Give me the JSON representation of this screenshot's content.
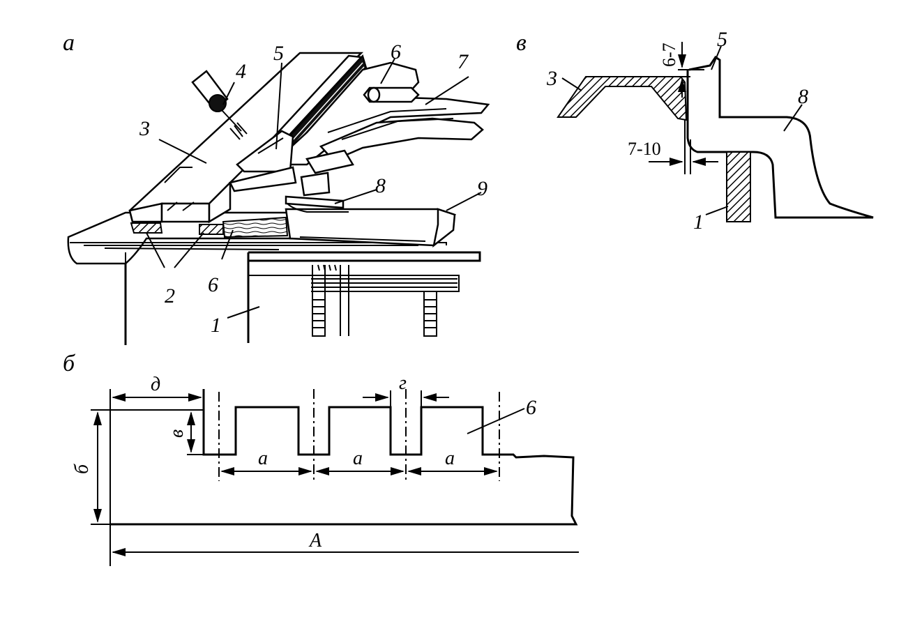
{
  "panels": {
    "a": "а",
    "b": "б",
    "v": "в"
  },
  "callouts_a": {
    "n1": "1",
    "n2": "2",
    "n3": "3",
    "n4": "4",
    "n5": "5",
    "n6_top": "6",
    "n6_bottom": "6",
    "n7": "7",
    "n8": "8",
    "n9": "9"
  },
  "dimensions_b": {
    "d": "д",
    "g": "г",
    "v": "в",
    "b": "б",
    "a1": "а",
    "a2": "а",
    "a3": "а",
    "A": "А",
    "n6": "6"
  },
  "section_v": {
    "n3": "3",
    "n5": "5",
    "n8": "8",
    "n1": "1",
    "gap_top": "6-7",
    "gap_side": "7-10"
  }
}
